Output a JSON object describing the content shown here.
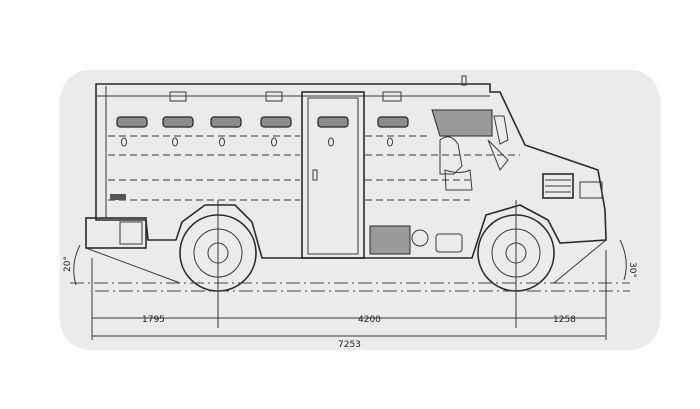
{
  "dimensions": {
    "front_overhang": "1795",
    "wheelbase": "4200",
    "rear_overhang": "1258",
    "overall_length": "7253",
    "approach_angle": "20°",
    "departure_angle": "30°"
  },
  "colors": {
    "line": "#2b2b2b",
    "shade": "#9a9a9a",
    "background": "#ffffff"
  }
}
